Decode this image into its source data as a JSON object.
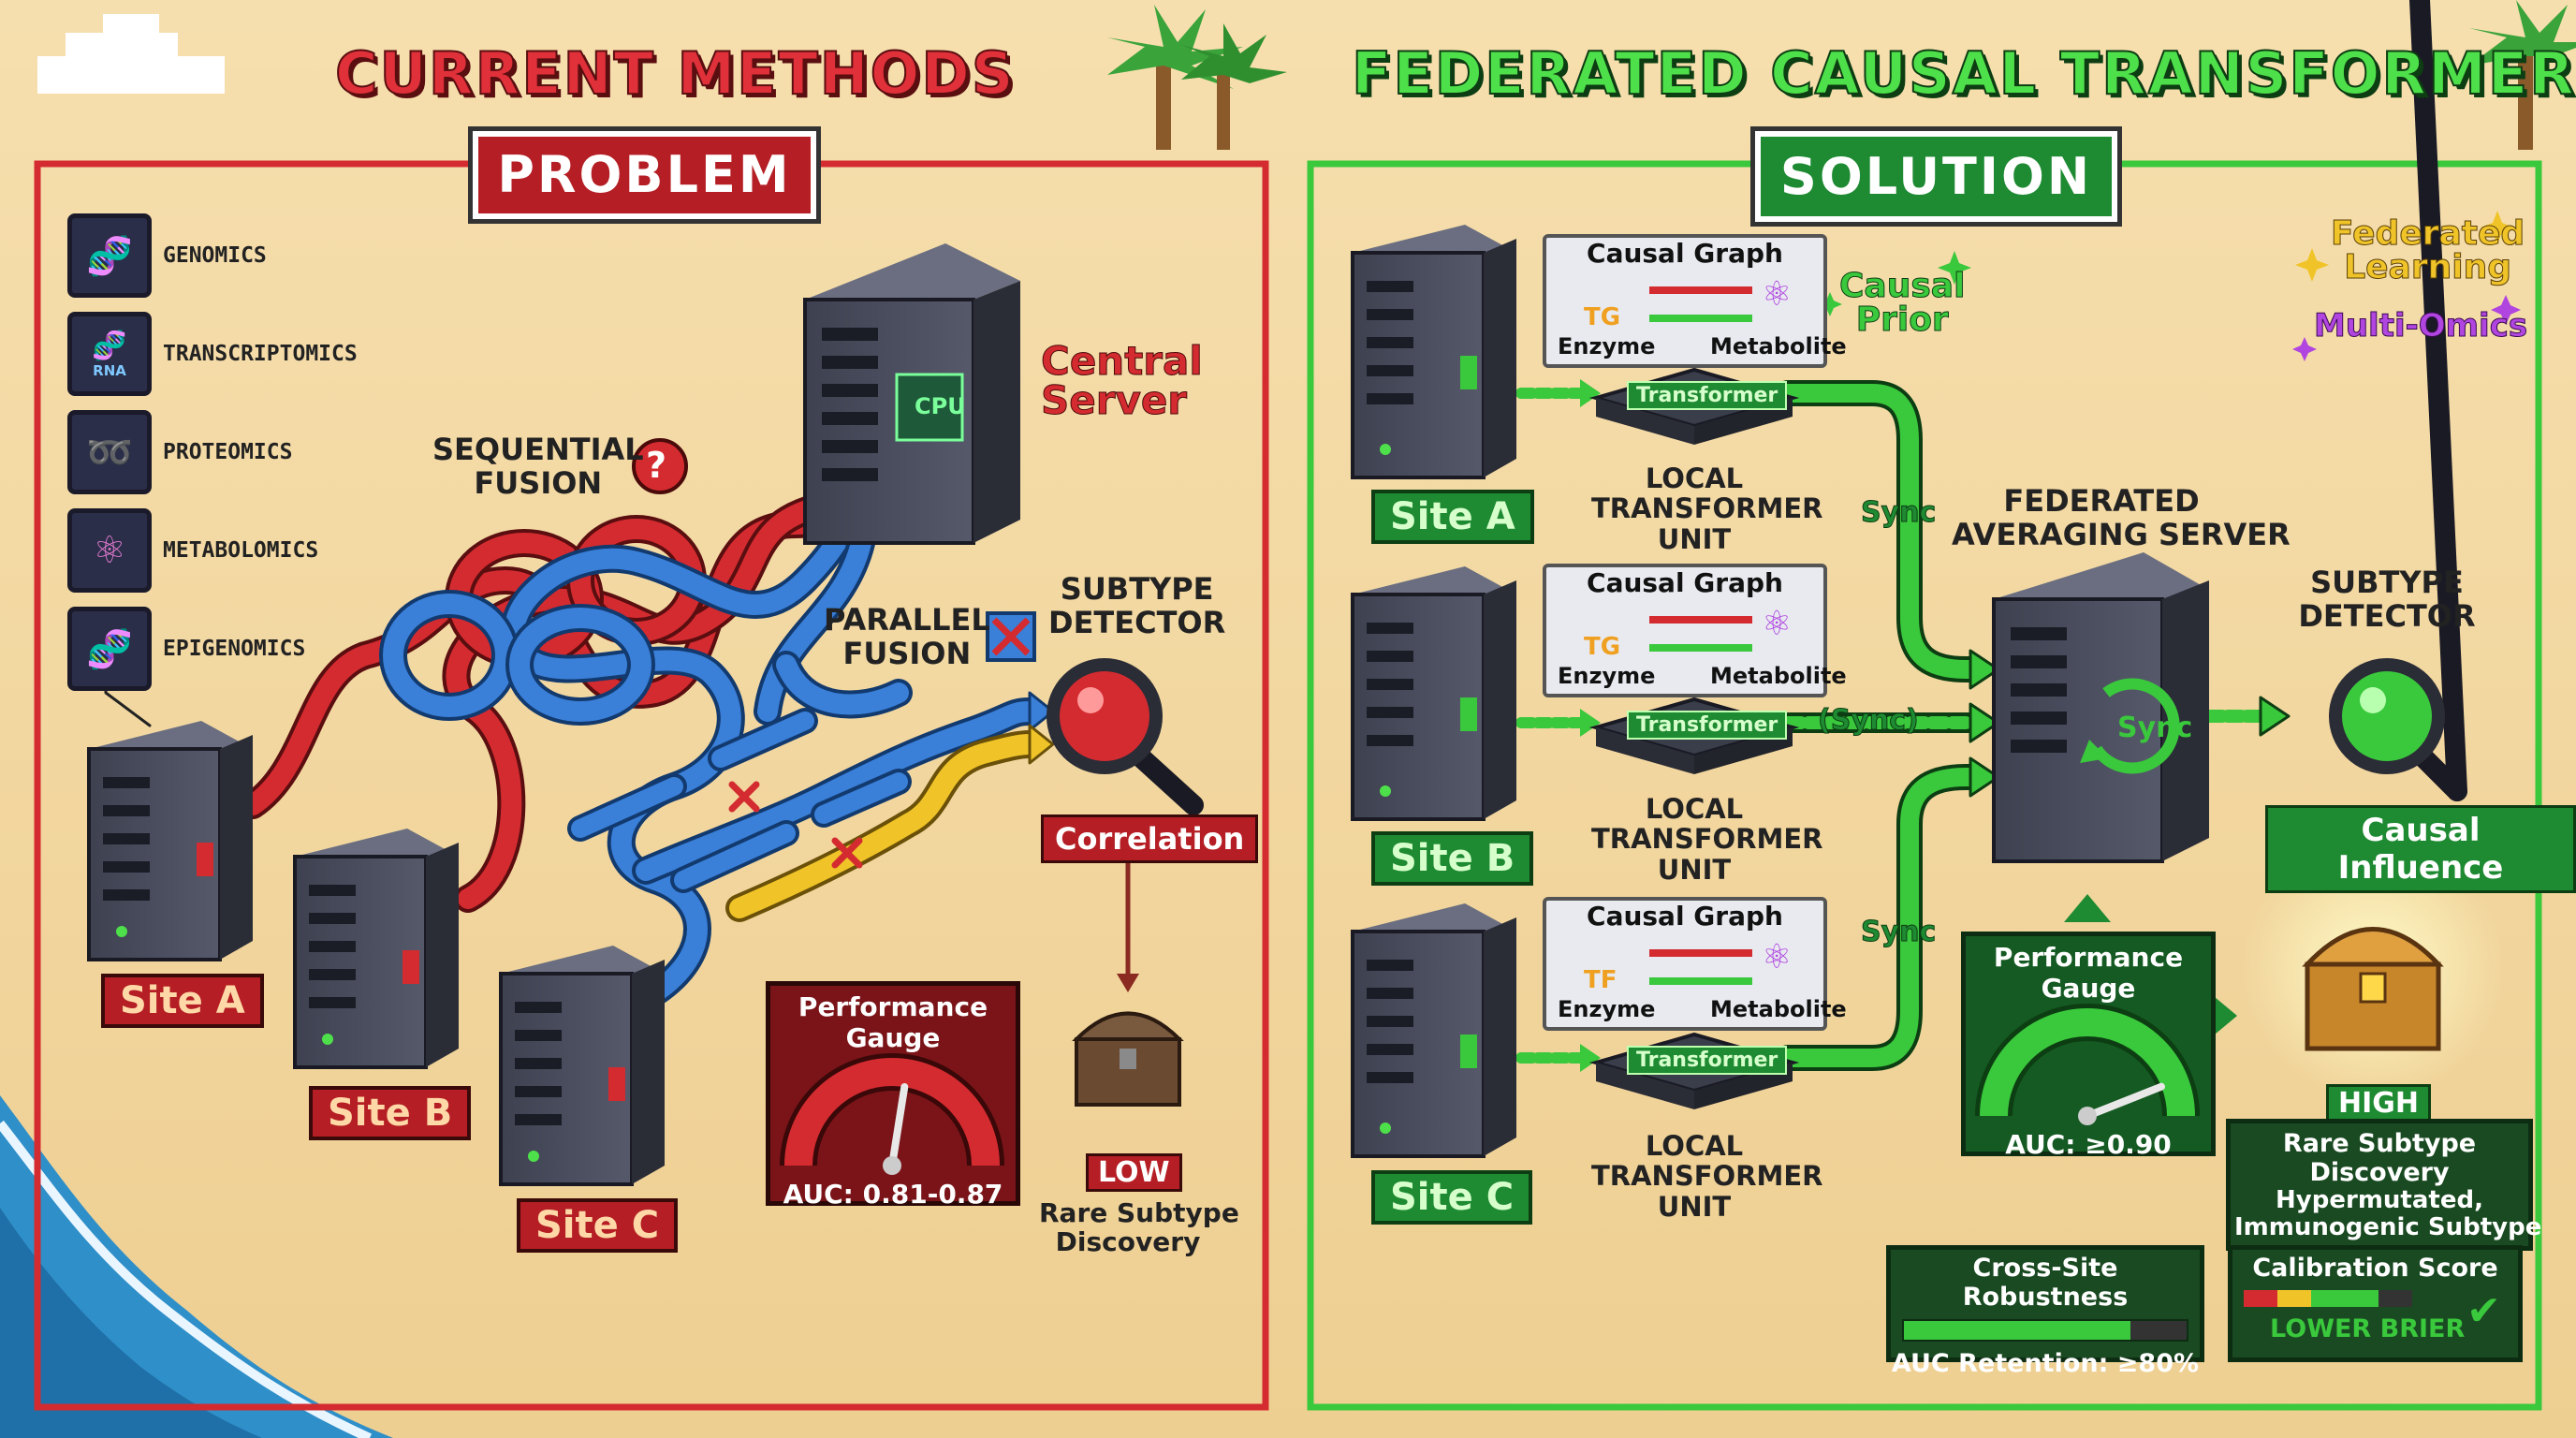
{
  "left": {
    "title": "CURRENT METHODS",
    "banner": "PROBLEM",
    "legend": [
      {
        "label": "GENOMICS",
        "icon": "dna-icon",
        "badge": ""
      },
      {
        "label": "TRANSCRIPTOMICS",
        "icon": "rna-icon",
        "badge": "RNA"
      },
      {
        "label": "PROTEOMICS",
        "icon": "protein-icon",
        "badge": ""
      },
      {
        "label": "METABOLOMICS",
        "icon": "molecule-icon",
        "badge": ""
      },
      {
        "label": "EPIGENOMICS",
        "icon": "methylation-icon",
        "badge": ""
      }
    ],
    "sequential_fusion": "SEQUENTIAL\nFUSION",
    "question_mark": "?",
    "parallel_fusion": "PARALLEL\nFUSION",
    "central_server": "Central\nServer",
    "cpu_label": "CPU",
    "subtype_detector": "SUBTYPE\nDETECTOR",
    "correlation": "Correlation",
    "sites": [
      "Site A",
      "Site B",
      "Site C"
    ],
    "gauge": {
      "title": "Performance Gauge",
      "value": "AUC: 0.81-0.87",
      "level": 0.55
    },
    "discovery_level": "LOW",
    "discovery_label": "Rare Subtype\nDiscovery",
    "colors": {
      "red": "#d42b30",
      "blue": "#3a7fd8",
      "yellow": "#f0c428"
    }
  },
  "right": {
    "title": "FEDERATED CAUSAL TRANSFORMER",
    "banner": "SOLUTION",
    "causal_prior": "Causal\nPrior",
    "federated_learning": "Federated\nLearning",
    "multi_omics": "Multi-Omics",
    "units": [
      {
        "site": "Site A",
        "graph_title": "Causal Graph",
        "tf": "TG",
        "enzyme": "Enzyme",
        "metabolite": "Metabolite",
        "chip": "Transformer",
        "unit_label": "LOCAL\nTRANSFORMER\nUNIT"
      },
      {
        "site": "Site B",
        "graph_title": "Causal Graph",
        "tf": "TG",
        "enzyme": "Enzyme",
        "metabolite": "Metabolite",
        "chip": "Transformer",
        "unit_label": "LOCAL\nTRANSFORMER\nUNIT"
      },
      {
        "site": "Site C",
        "graph_title": "Causal Graph",
        "tf": "TF",
        "enzyme": "Enzyme",
        "metabolite": "Metabolite",
        "chip": "Transformer",
        "unit_label": "LOCAL\nTRANSFORMER\nUNIT"
      }
    ],
    "sync_labels": [
      "Sync",
      "(Sync)",
      "Sync"
    ],
    "server_label": "FEDERATED\nAVERAGING SERVER",
    "server_sync": "Sync",
    "subtype_detector": "SUBTYPE\nDETECTOR",
    "causal_influence": "Causal Influence",
    "gauge": {
      "title": "Performance Gauge",
      "value": "AUC: ≥0.90",
      "level": 0.88
    },
    "discovery_level": "HIGH",
    "discovery_label": "Rare Subtype Discovery",
    "discovery_detail": "Hypermutated,\nImmunogenic Subtype",
    "robustness": {
      "title": "Cross-Site Robustness",
      "value": "AUC Retention: ≥80%",
      "level": 0.8
    },
    "calibration": {
      "title": "Calibration Score",
      "value": "LOWER BRIER"
    },
    "colors": {
      "green": "#3ac83c",
      "dark_green": "#1e8a32"
    }
  }
}
